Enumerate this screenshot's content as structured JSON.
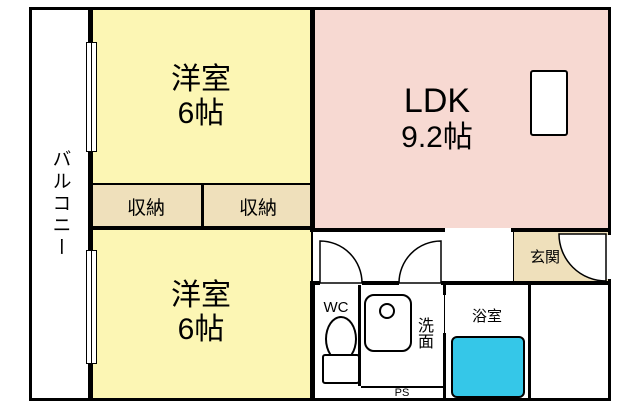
{
  "plan": {
    "balcony": {
      "label": "バルコニー"
    },
    "room_top": {
      "line1": "洋室",
      "line2": "6帖"
    },
    "ldk": {
      "line1": "LDK",
      "line2": "9.2帖"
    },
    "closet_left": {
      "label": "収納"
    },
    "closet_right": {
      "label": "収納"
    },
    "room_bottom": {
      "line1": "洋室",
      "line2": "6帖"
    },
    "wc": {
      "label": "WC"
    },
    "washroom": {
      "label": "洗面"
    },
    "bathroom": {
      "label": "浴室"
    },
    "ps": {
      "label": "PS"
    },
    "entrance": {
      "label": "玄関"
    }
  },
  "colors": {
    "room_yellow": "#FCF6B4",
    "ldk_pink": "#F7D9D2",
    "closet_tan": "#EFE0BB",
    "bathtub_cyan": "#35C7E8",
    "wall_black": "#000000"
  }
}
